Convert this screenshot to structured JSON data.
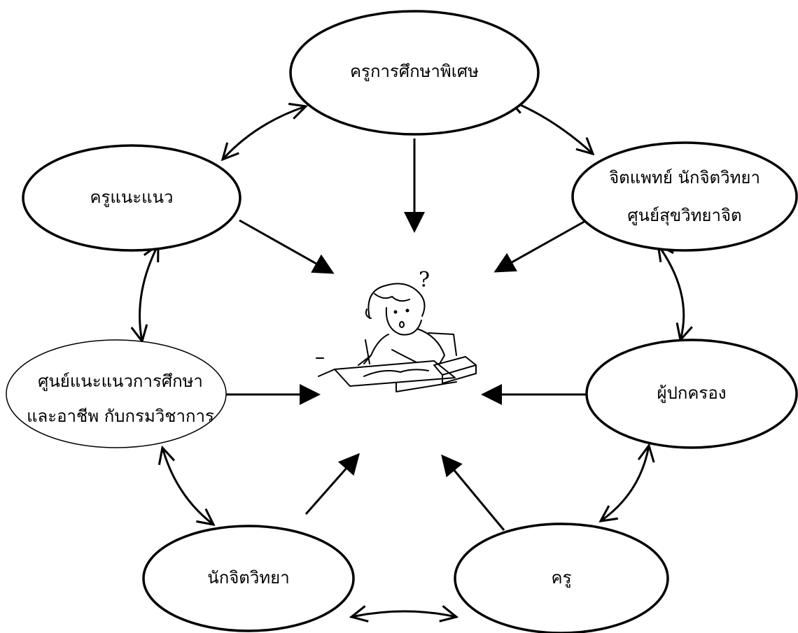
{
  "diagram": {
    "nodes": {
      "special_ed_teacher": {
        "label": "ครูการศึกษาพิเศษ"
      },
      "guidance_teacher": {
        "label": "ครูแนะแนว"
      },
      "psychiatrist": {
        "line1": "จิตแพทย์ นักจิตวิทยา",
        "line2": "ศูนย์สุขวิทยาจิต"
      },
      "guidance_center": {
        "line1": "ศูนย์แนะแนวการศึกษา",
        "line2": "และอาชีพ  กับกรมวิชาการ"
      },
      "parent": {
        "label": "ผู้ปกครอง"
      },
      "psychologist": {
        "label": "นักจิตวิทยา"
      },
      "teacher": {
        "label": "ครู"
      }
    },
    "center": {
      "question_mark": "?"
    }
  }
}
